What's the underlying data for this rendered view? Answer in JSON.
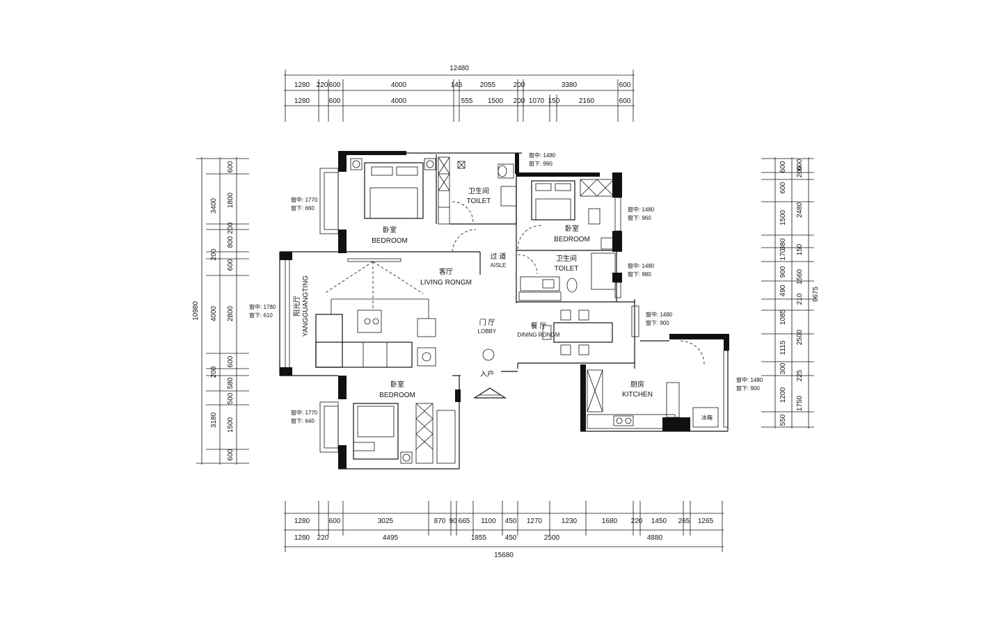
{
  "top_dims": {
    "total": "12480",
    "row1": [
      "1280",
      "220",
      "600",
      "4000",
      "145",
      "2055",
      "200",
      "3380",
      "600"
    ],
    "row2": [
      "1280",
      "600",
      "4000",
      "555",
      "1500",
      "200",
      "1070",
      "150",
      "2160",
      "600"
    ]
  },
  "bottom_dims": {
    "total": "15680",
    "row1": [
      "1280",
      "600",
      "3025",
      "870",
      "90",
      "665",
      "1100",
      "450",
      "1270",
      "1230",
      "1680",
      "220",
      "1450",
      "265",
      "1265"
    ],
    "row2": [
      "1280",
      "220",
      "4495",
      "1855",
      "450",
      "2500",
      "4880"
    ]
  },
  "left_dims": {
    "total": "10980",
    "outer": [
      "3400",
      "200",
      "4000",
      "200",
      "3180"
    ],
    "inner": [
      "600",
      "1800",
      "200",
      "800",
      "600",
      "2800",
      "600",
      "580",
      "500",
      "1500",
      "600"
    ]
  },
  "right_dims": {
    "total": "9675",
    "outer": [
      "200",
      "600",
      "2480",
      "150",
      "1560",
      "210",
      "2500",
      "225",
      "1750"
    ],
    "inner": [
      "600",
      "600",
      "1500",
      "380",
      "170",
      "900",
      "490",
      "1085",
      "1115",
      "300",
      "1200",
      "550"
    ]
  },
  "rooms": {
    "bedroom_top": {
      "cn": "卧室",
      "en": "BEDROOM"
    },
    "toilet_top": {
      "cn": "卫生间",
      "en": "TOILET"
    },
    "bedroom_right": {
      "cn": "卧室",
      "en": "BEDROOM"
    },
    "aisle": {
      "cn": "过 道",
      "en": "AISLE"
    },
    "toilet_right": {
      "cn": "卫生间",
      "en": "TOILET"
    },
    "living": {
      "cn": "客厅",
      "en": "LIVING RONGM"
    },
    "sunroom": {
      "cn": "阳光厅",
      "en": "YANGGUANGTING"
    },
    "lobby": {
      "cn": "门 厅",
      "en": "LOBBY"
    },
    "dining": {
      "cn": "餐 厅",
      "en": "DINING RONGM"
    },
    "kitchen": {
      "cn": "厨房",
      "en": "KITCHEN"
    },
    "bedroom_bottom": {
      "cn": "卧室",
      "en": "BEDROOM"
    },
    "entry": {
      "cn": "入户"
    },
    "fridge": {
      "cn": "冰箱"
    }
  },
  "windows": {
    "w_top_bath": {
      "mid": "窗中: 1480",
      "low": "窗下: 990"
    },
    "w_bed_tl": {
      "mid": "窗中: 1770",
      "low": "窗下: 660"
    },
    "w_bed_r": {
      "mid": "窗中: 1480",
      "low": "窗下: 960"
    },
    "w_bath_r": {
      "mid": "窗中: 1480",
      "low": "窗下: 980"
    },
    "w_sun": {
      "mid": "窗中: 1780",
      "low": "窗下: 610"
    },
    "w_dining": {
      "mid": "窗中: 1480",
      "low": "窗下: 900"
    },
    "w_kitchen": {
      "mid": "窗中: 1480",
      "low": "窗下: 900"
    },
    "w_bed_bl": {
      "mid": "窗中: 1770",
      "low": "窗下: 640"
    }
  }
}
